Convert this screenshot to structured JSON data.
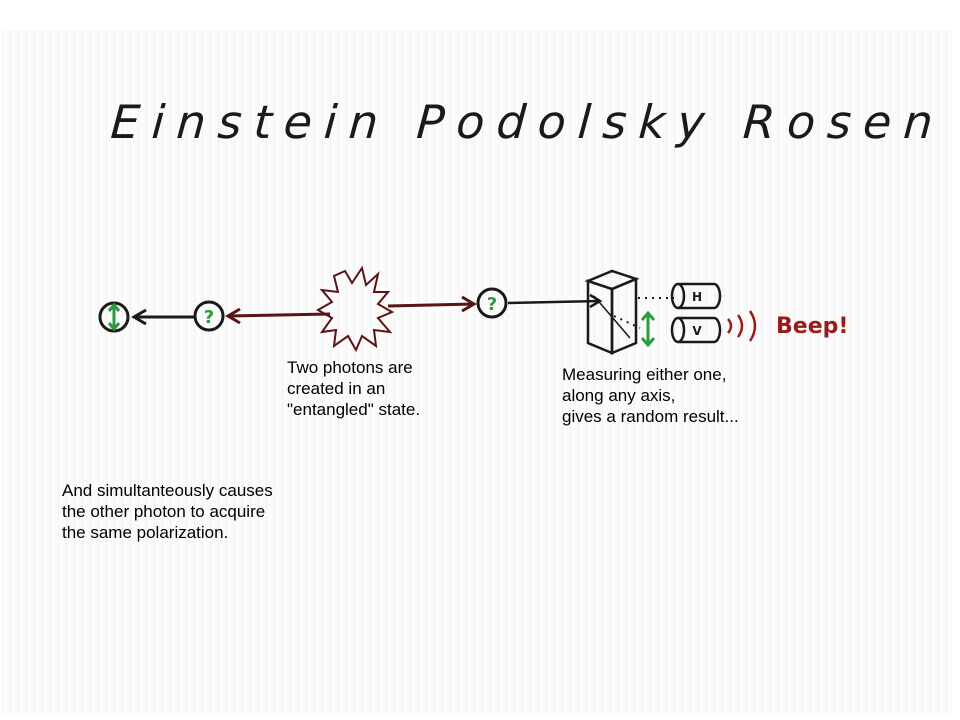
{
  "title": "Einstein Podolsky Rosen Effect",
  "captions": {
    "created": [
      "Two photons are",
      "created in an",
      "\"entangled\" state."
    ],
    "measure": [
      "Measuring either one,",
      "along any axis,",
      "gives a random result..."
    ],
    "simultaneous": [
      "And simultanteously causes",
      "the other photon to acquire",
      "the same polarization."
    ]
  },
  "photon_unknown_symbol": "?",
  "detectors": {
    "top": "H",
    "bottom": "V"
  },
  "beep": "Beep!",
  "colors": {
    "ink": "#1a1a1a",
    "photon_green": "#2e9a3e",
    "dark_red": "#5a1414",
    "beep_red": "#9b1b1b"
  }
}
